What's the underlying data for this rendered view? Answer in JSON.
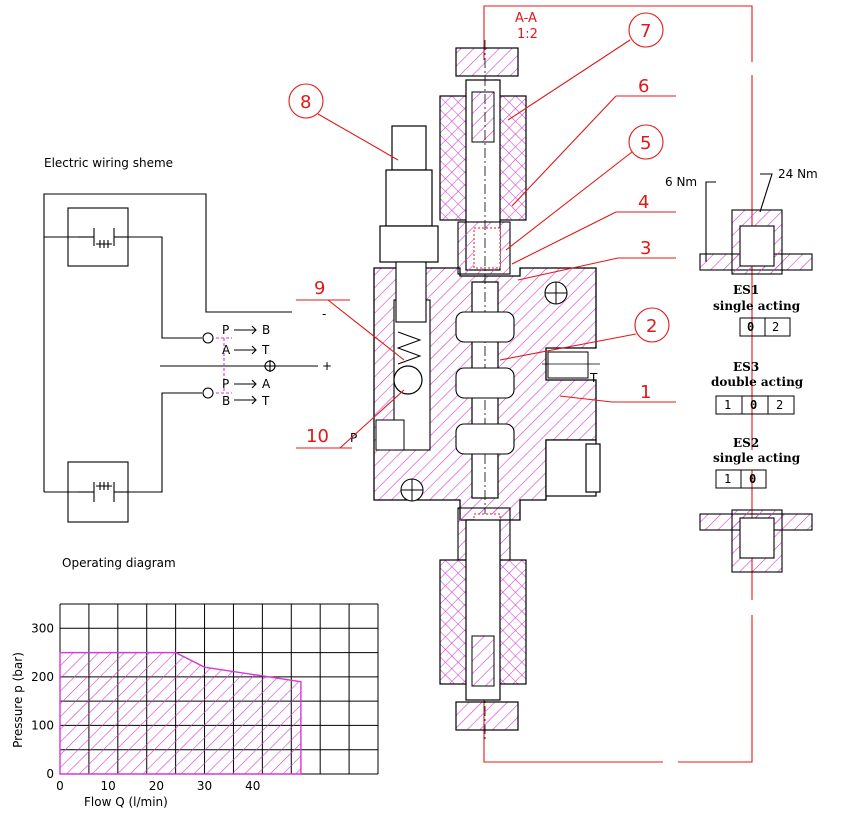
{
  "section": {
    "name": "A-A",
    "scale": "1:2"
  },
  "wiring": {
    "title": "Electric wiring sheme",
    "line1_from": "P",
    "line1_to": "B",
    "line2_from": "A",
    "line2_to": "T",
    "line3_from": "P",
    "line3_to": "A",
    "line4_from": "B",
    "line4_to": "T",
    "plus": "+",
    "minus": "-"
  },
  "callouts": [
    "1",
    "2",
    "3",
    "4",
    "5",
    "6",
    "7",
    "8",
    "9",
    "10"
  ],
  "ports": {
    "p": "P",
    "t": "T"
  },
  "torque": {
    "left": "6 Nm",
    "right": "24 Nm"
  },
  "variants": [
    {
      "code": "ES1",
      "desc": "single acting",
      "cells": [
        "0",
        "2"
      ]
    },
    {
      "code": "ES3",
      "desc": "double acting",
      "cells": [
        "1",
        "0",
        "2"
      ]
    },
    {
      "code": "ES2",
      "desc": "single acting",
      "cells": [
        "1",
        "0"
      ]
    }
  ],
  "colors": {
    "hatch": "#d63ad6",
    "callout": "#e01818",
    "line": "#000000"
  },
  "chart_data": {
    "type": "area",
    "title": "Operating diagram",
    "xlabel": "Flow Q (l/min)",
    "ylabel": "Pressure p (bar)",
    "xlim": [
      0,
      66
    ],
    "ylim": [
      0,
      350
    ],
    "x_ticks": [
      0,
      10,
      20,
      30,
      40
    ],
    "y_ticks": [
      0,
      100,
      200,
      300
    ],
    "grid": true,
    "series": [
      {
        "x": [
          0,
          0,
          24,
          30,
          50,
          50
        ],
        "y": [
          0,
          250,
          250,
          220,
          190,
          0
        ]
      }
    ]
  }
}
